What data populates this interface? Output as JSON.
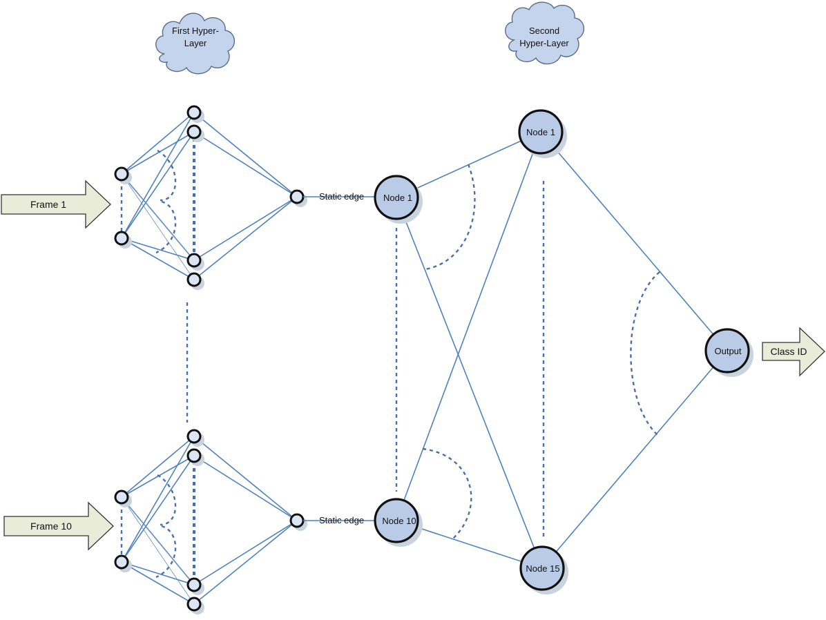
{
  "clouds": {
    "first": [
      "First Hyper-",
      "Layer"
    ],
    "second": [
      "Second",
      "Hyper-Layer"
    ]
  },
  "inputs": {
    "frame_top": "Frame 1",
    "frame_bottom": "Frame 10"
  },
  "edges": {
    "static_top": "Static edge",
    "static_bottom": "Static edge"
  },
  "nodes": {
    "layer1_top": "Node 1",
    "layer1_bottom": "Node 10",
    "layer2_top": "Node 1",
    "layer2_bottom": "Node 15",
    "output": "Output"
  },
  "output_arrow": "Class ID",
  "colors": {
    "edge": "#4f81bd",
    "node_fill": "#b9cbe6",
    "cloud_fill": "#c3d4ec",
    "arrow_fill": "#e8ecd9"
  }
}
